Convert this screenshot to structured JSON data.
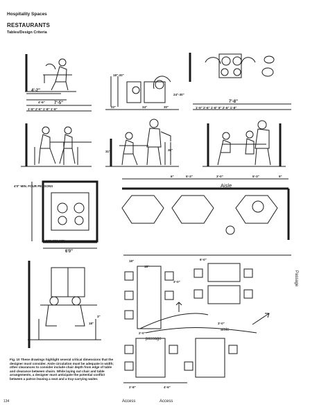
{
  "header": {
    "section": "Hospitality Spaces",
    "title": "RESTAURANTS",
    "subtitle": "Tables/Design Criteria"
  },
  "caption": "Fig. 10 These drawings highlight several critical dimensions that the designer must consider. Aisle circulation must be adequate in width; other clearances to consider include chair depth from edge of table and clearance between chairs. While laying out chair and table arrangements, a designer must anticipate the potential conflict between a patron leaving a seat and a tray-carrying waiter.",
  "page_number": "134",
  "dims": {
    "elev1_w1": "4'-2\"",
    "elev1_w2": "4'-6\"",
    "elev2_top": "7'-5\"",
    "elev2_row": "1'-8\" 2'-6\" 1'-8\" 1'-9\"",
    "elev3_a": "18\"-20\"",
    "elev3_b": "24\"-30\"",
    "elev3_c": "22\"",
    "elev3_d": "34\"",
    "elev3_e": "30\"",
    "elev3_h1": "31\"",
    "elev3_h2": "36\"",
    "plan_r_top": "7'-8\"",
    "plan_r_row": "1'-9\" 2'-6\" 1'-8\" 9\" 2'-6\" 1'-8\"",
    "booth_v": "4'0\" MIN. FOUR PERSONS",
    "booth_r": "1'9\" 2'0\" 1'9\"",
    "booth_tot": "6'0\"",
    "side_h": "18\"",
    "side_h2": "3\"",
    "lay_t1": "6\"",
    "lay_t2": "5'-3\"",
    "lay_t3": "3'-0\"",
    "lay_t4": "5'-3\"",
    "lay_t5": "9\"",
    "aisle_top": "Aisle",
    "lay_18": "18\"",
    "lay_18b": "18\"",
    "lay_6": "6'-0\"",
    "lay_3a": "3'-0\"",
    "lay_3b": "3'-0\"",
    "lay_aisle": "aisle",
    "lay_2": "2'-0\"",
    "lay_passage": "passage",
    "passage_r": "Passage",
    "lay_b1": "2'-8\"",
    "lay_b2": "4'-6\"",
    "access1": "Access",
    "access2": "Access"
  }
}
